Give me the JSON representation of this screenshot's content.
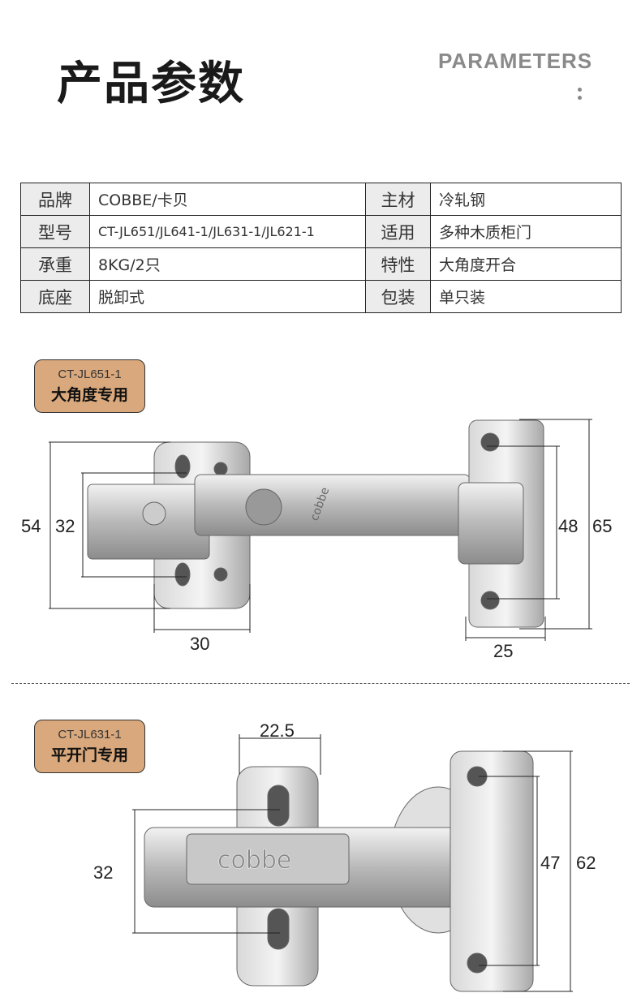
{
  "header": {
    "title": "产品参数",
    "subtitle": "PARAMETERS"
  },
  "specs": [
    {
      "k1": "品牌",
      "v1": "COBBE/卡贝",
      "k2": "主材",
      "v2": "冷轧钢"
    },
    {
      "k1": "型号",
      "v1": "CT-JL651/JL641-1/JL631-1/JL621-1",
      "k2": "适用",
      "v2": "多种木质柜门"
    },
    {
      "k1": "承重",
      "v1": "8KG/2只",
      "k2": "特性",
      "v2": "大角度开合"
    },
    {
      "k1": "底座",
      "v1": "脱卸式",
      "k2": "包装",
      "v2": "单只装"
    }
  ],
  "product1": {
    "model": "CT-JL651-1",
    "usage": "大角度专用",
    "brand_mark": "cobbe",
    "dims": {
      "left_outer": "54",
      "left_inner": "32",
      "bottom_left": "30",
      "right_inner": "48",
      "right_outer": "65",
      "bottom_right": "25"
    }
  },
  "product2": {
    "model": "CT-JL631-1",
    "usage": "平开门专用",
    "brand_mark": "cobbe",
    "dims": {
      "top": "22.5",
      "left": "32",
      "right_inner": "47",
      "right_outer": "62"
    }
  },
  "colors": {
    "badge": "#d9a87c",
    "label_bg": "#ececec"
  }
}
